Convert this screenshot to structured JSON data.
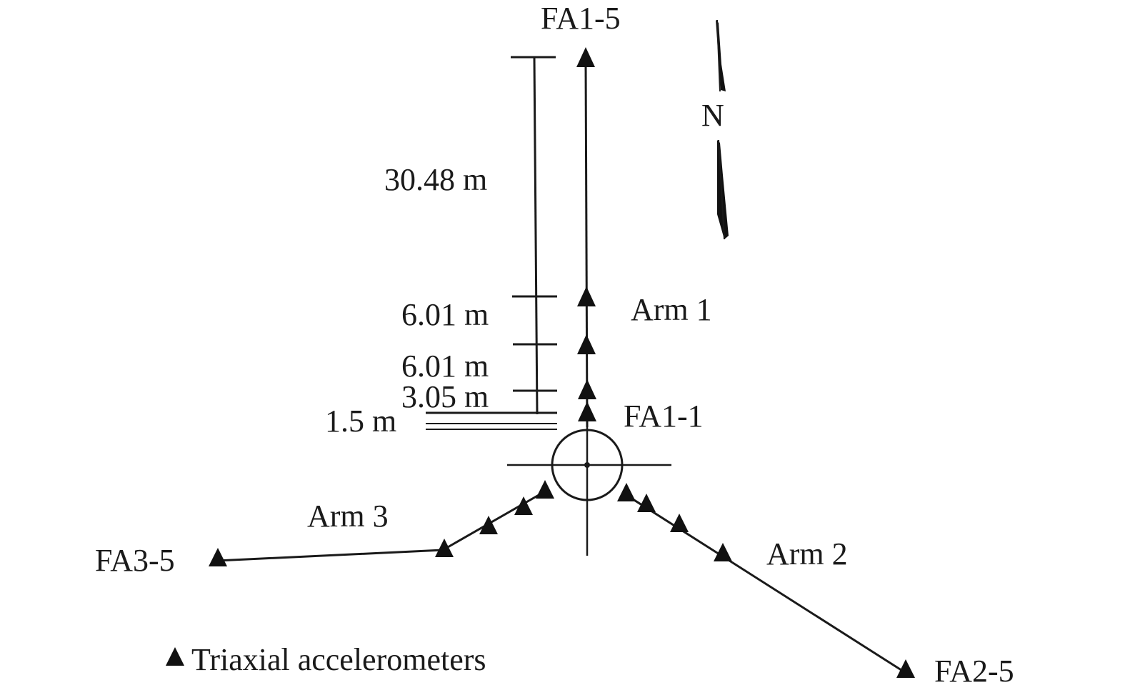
{
  "labels": {
    "top_station": "FA1-5",
    "north": "N",
    "arm1": "Arm 1",
    "center_station": "FA1-1",
    "arm2": "Arm 2",
    "arm3": "Arm 3",
    "arm3_end": "FA3-5",
    "arm2_end": "FA2-5"
  },
  "dimensions": {
    "d1": "30.48 m",
    "d2": "6.01 m",
    "d3": "6.01 m",
    "d4": "3.05 m",
    "d5": "1.5 m"
  },
  "legend": {
    "text": "Triaxial accelerometers",
    "icon": "triangle-icon"
  },
  "colors": {
    "ink": "#1a1a1a",
    "background": "#ffffff"
  }
}
